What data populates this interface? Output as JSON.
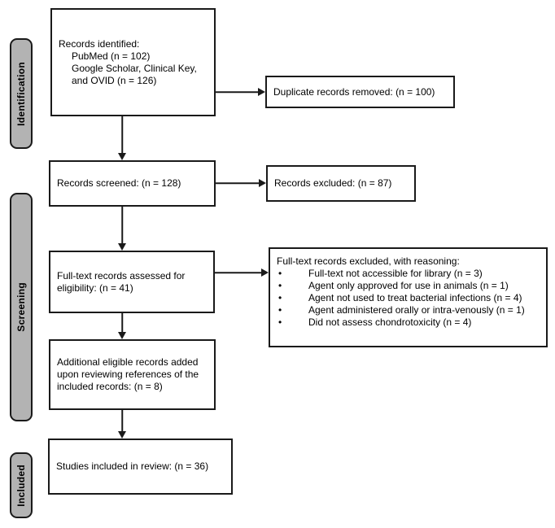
{
  "colors": {
    "stage_fill": "#b3b3b3",
    "border": "#1a1a1a",
    "background": "#ffffff"
  },
  "stages": [
    {
      "label": "Identification"
    },
    {
      "label": "Screening"
    },
    {
      "label": "Included"
    }
  ],
  "boxes": {
    "records_identified": {
      "lines": [
        "Records identified:",
        "PubMed (n = 102)",
        "Google Scholar, Clinical Key,",
        "and OVID (n = 126)"
      ]
    },
    "duplicates_removed": {
      "text": "Duplicate records removed: (n = 100)"
    },
    "records_screened": {
      "text": "Records screened: (n = 128)"
    },
    "records_excluded": {
      "text": "Records excluded: (n = 87)"
    },
    "fulltext_assessed": {
      "lines": [
        "Full-text records assessed for",
        "eligibility: (n = 41)"
      ]
    },
    "fulltext_excluded": {
      "header": "Full-text records excluded, with reasoning:",
      "items": [
        "Full-text not accessible for library (n = 3)",
        "Agent only approved for use in animals (n = 1)",
        "Agent not used to treat bacterial infections (n = 4)",
        "Agent administered orally or intra-venously (n = 1)",
        "Did not assess chondrotoxicity (n = 4)"
      ]
    },
    "additional_records": {
      "lines": [
        "Additional eligible records added",
        "upon reviewing references of the",
        "included records: (n = 8)"
      ]
    },
    "studies_included": {
      "text": "Studies included in review: (n = 36)"
    }
  }
}
